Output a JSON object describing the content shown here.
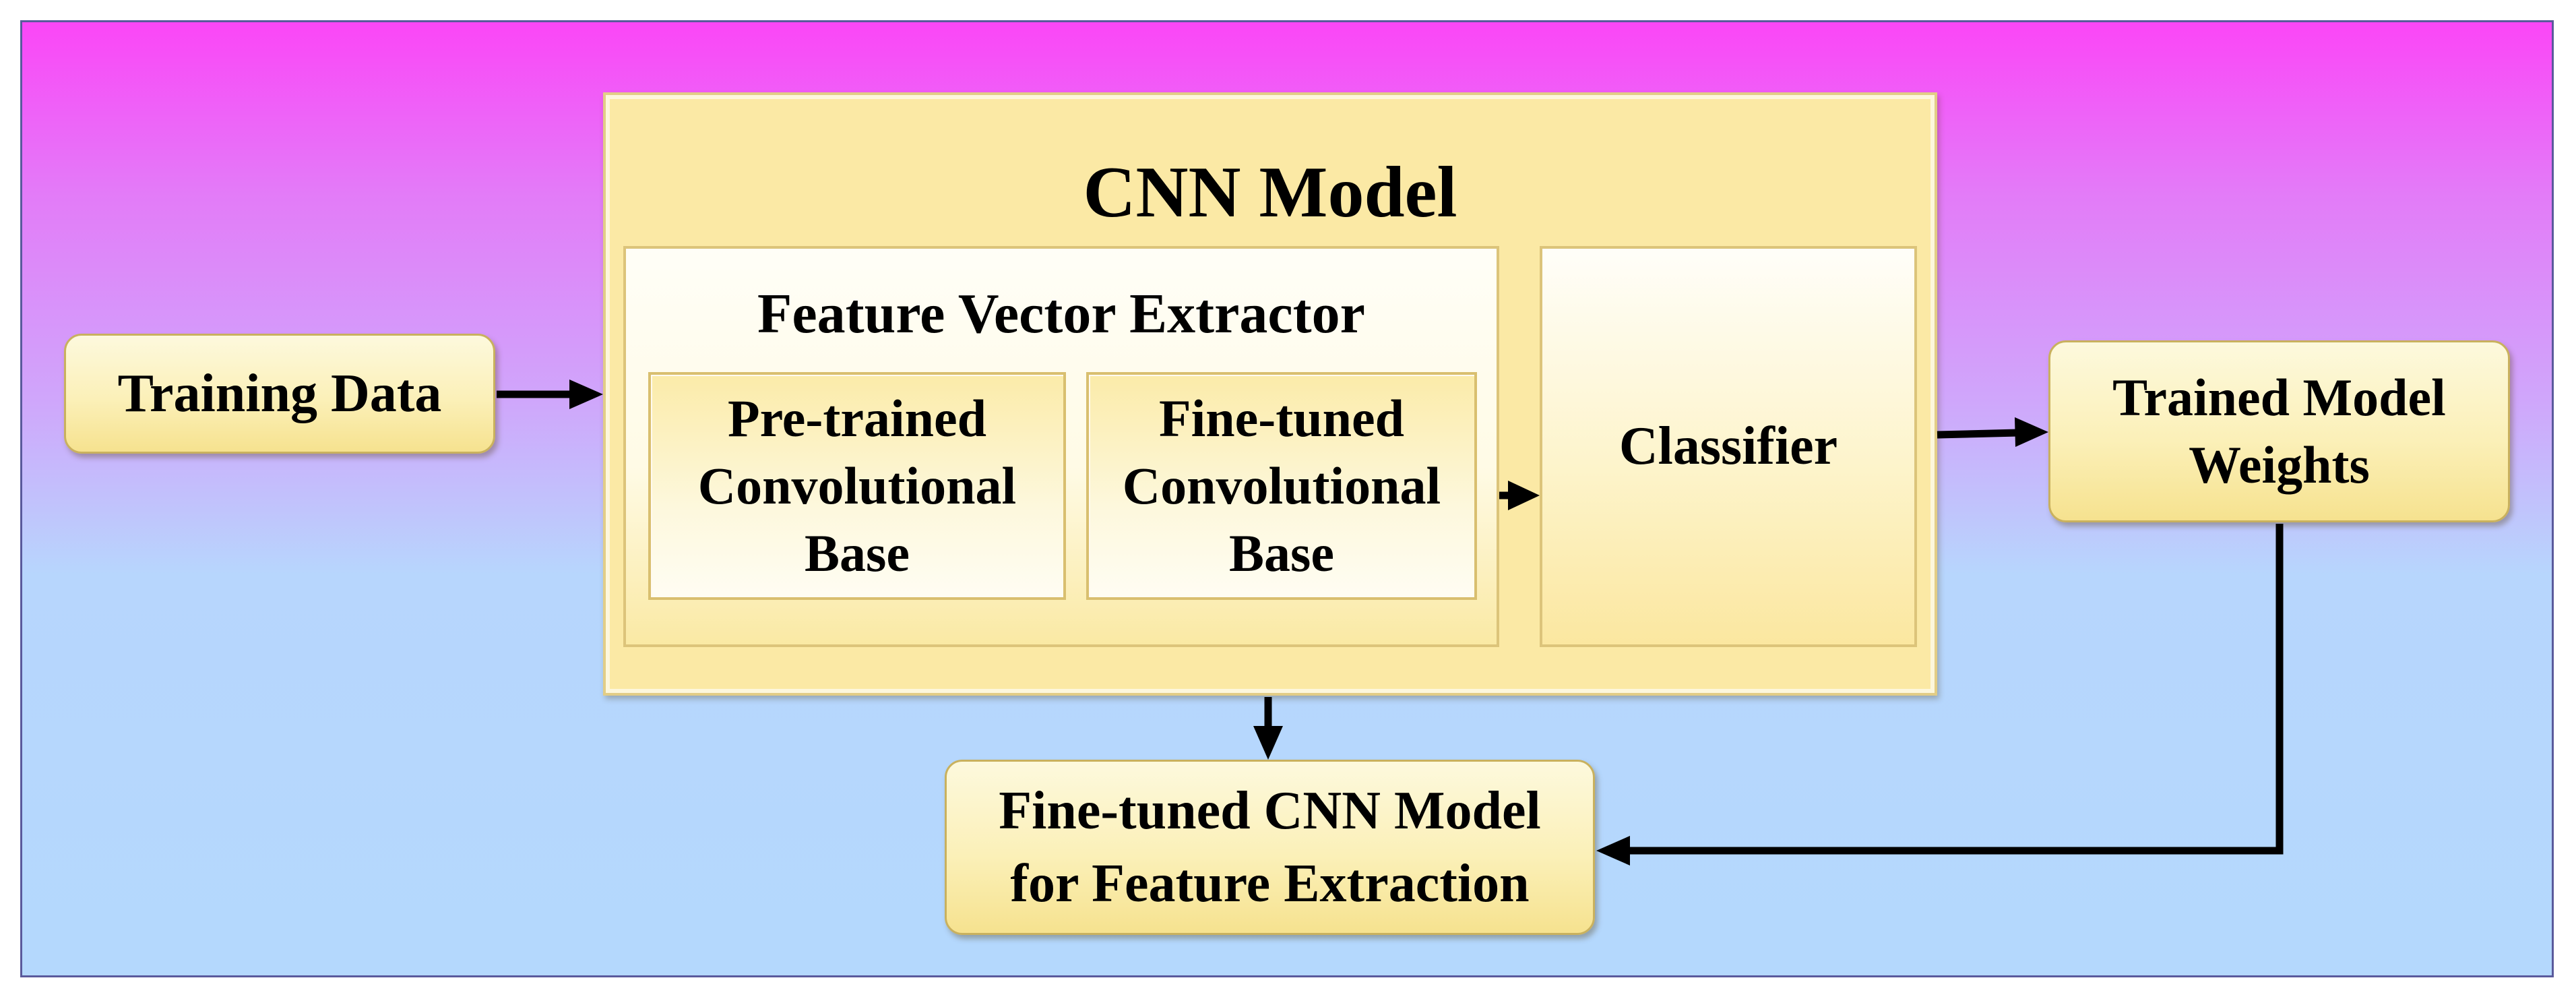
{
  "diagram": {
    "nodes": {
      "training_data": "Training Data",
      "cnn_model": "CNN Model",
      "feature_vector_extractor": "Feature Vector Extractor",
      "pretrained_base": [
        "Pre-trained",
        "Convolutional",
        "Base"
      ],
      "finetuned_base": [
        "Fine-tuned",
        "Convolutional",
        "Base"
      ],
      "classifier": "Classifier",
      "trained_weights": [
        "Trained Model",
        "Weights"
      ],
      "finetuned_cnn": [
        "Fine-tuned CNN Model",
        "for Feature Extraction"
      ]
    },
    "edges": [
      {
        "from": "Training Data",
        "to": "CNN Model"
      },
      {
        "from": "Feature Vector Extractor",
        "to": "Classifier"
      },
      {
        "from": "Classifier",
        "to": "Trained Model Weights"
      },
      {
        "from": "CNN Model",
        "to": "Fine-tuned CNN Model for Feature Extraction"
      },
      {
        "from": "Trained Model Weights",
        "to": "Fine-tuned CNN Model for Feature Extraction"
      }
    ],
    "colors": {
      "background_top": "#fb46f7",
      "background_bottom": "#b4d8fd",
      "box_fill": "#fbe9a5",
      "arrow": "#000000"
    }
  }
}
